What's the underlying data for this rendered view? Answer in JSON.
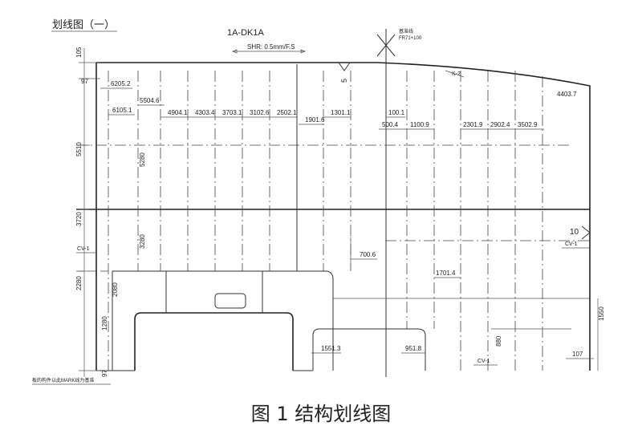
{
  "drawing": {
    "sheet_title": "划线图（一）",
    "block_label": "1A-DK1A",
    "shrinkage": "SHR: 0.5mm/F.S",
    "base_line_note": {
      "line1": "基准线",
      "line2": "FR71+100"
    },
    "left_dims": {
      "d105": "105",
      "d97_top": "97",
      "d5510": "5510",
      "d3720": "3720",
      "d2280": "2280",
      "d97_bottom": "97"
    },
    "inner_dims": {
      "d5280": "5280",
      "d3280": "3280",
      "d2080": "2080",
      "d1280": "1280",
      "d880": "880"
    },
    "top_dims": {
      "d6205_2": "6205.2",
      "d5504_6": "5504.6",
      "d6105_1": "6105.1",
      "d4904_1": "4904.1",
      "d4303_4": "4303.4",
      "d3703_1": "3703.1",
      "d3102_6": "3102.6",
      "d2502_1": "2502.1",
      "d1901_6": "1901.6",
      "d1301_1": "1301.1",
      "d100_1": "100.1",
      "d500_4": "500.4",
      "d1100_9": "1100.9",
      "d2301_9": "2301.9",
      "d2902_4": "2902.4",
      "d3502_9": "3502.9",
      "d4403_7": "4403.7"
    },
    "other_dims": {
      "d700_6": "700.6",
      "d1701_4": "1701.4",
      "d1551_3": "1551.3",
      "d951_8": "951.8",
      "d1550": "1550",
      "d107": "107"
    },
    "tags": {
      "k2": "K-2",
      "cv1_left": "CV-1",
      "cv1_right": "CV-1",
      "cv1_bottom": "CV-1",
      "mark5": "5",
      "mark10": "10"
    },
    "bottom_note": "板的构件以此MARK线为基准"
  },
  "caption": "图 1   结构划线图"
}
